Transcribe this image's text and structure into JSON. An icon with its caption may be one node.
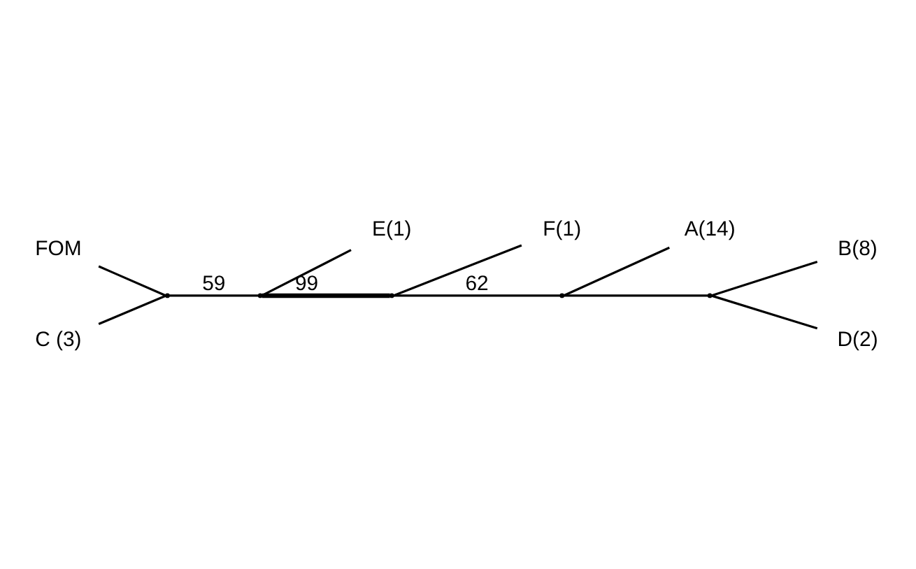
{
  "diagram": {
    "nodes": [
      {
        "text": [
          "FOM"
        ]
      },
      {
        "text": [
          "C (3)"
        ]
      },
      {
        "text": [
          "E(1)"
        ]
      },
      {
        "text": [
          "A(14)"
        ]
      },
      {
        "text": [
          "B(8)"
        ]
      },
      {
        "text": [
          "D(2)"
        ]
      },
      {
        "text": [
          "F(1)"
        ]
      },
      {
        "text": [],
        "shape": "point"
      },
      {
        "text": [],
        "shape": "point"
      },
      {
        "text": [],
        "shape": "point"
      },
      {
        "text": [],
        "shape": "point"
      },
      {
        "text": [],
        "shape": "point"
      }
    ],
    "edges": [
      {
        "from": 7,
        "to": 0,
        "arrow": "none"
      },
      {
        "from": 7,
        "to": 1,
        "arrow": "none"
      },
      {
        "from": 7,
        "to": 8,
        "arrow": "none",
        "label": "59"
      },
      {
        "from": 8,
        "to": 2,
        "arrow": "none"
      },
      {
        "from": 8,
        "to": 9,
        "arrow": "none",
        "label": "99",
        "style": "thick"
      },
      {
        "from": 9,
        "to": 10,
        "arrow": "none",
        "label": "62"
      },
      {
        "from": 9,
        "to": 6,
        "arrow": "none"
      },
      {
        "from": 10,
        "to": 3,
        "arrow": "none"
      },
      {
        "from": 10,
        "to": 11,
        "arrow": "none"
      },
      {
        "from": 11,
        "to": 4,
        "arrow": "none"
      },
      {
        "from": 11,
        "to": 5,
        "arrow": "none"
      }
    ]
  }
}
